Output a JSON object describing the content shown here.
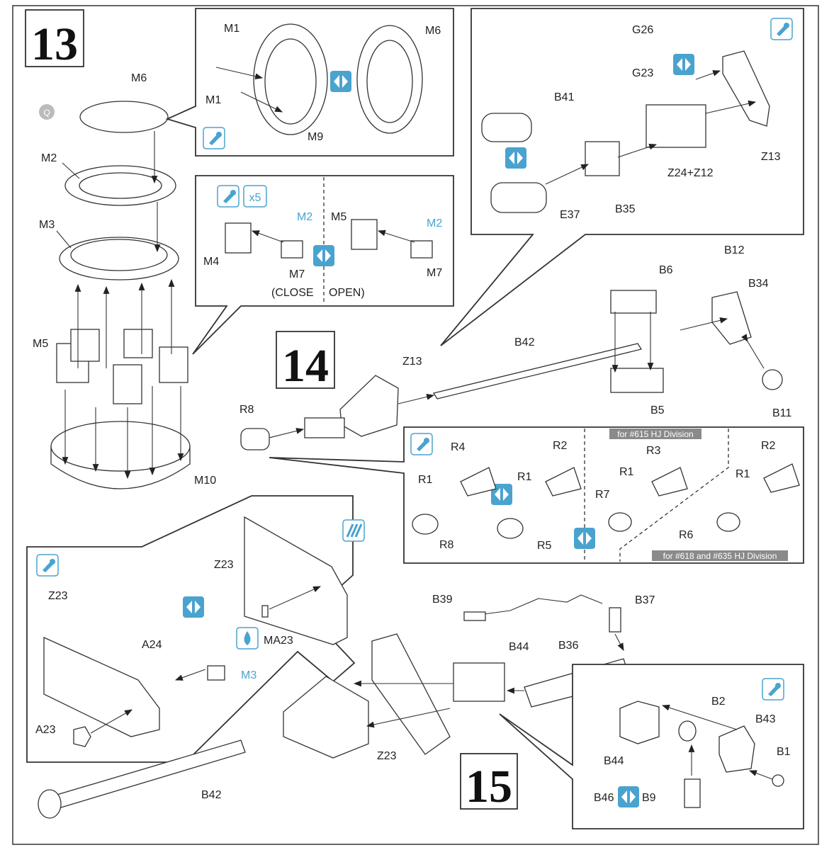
{
  "steps": {
    "s13": "13",
    "s14": "14",
    "s15": "15"
  },
  "labels": {
    "M6a": "M6",
    "M6b": "M6",
    "M1a": "M1",
    "M1b": "M1",
    "M9": "M9",
    "M2": "M2",
    "M3": "M3",
    "M5": "M5",
    "M10": "M10",
    "M2c": "M2",
    "M5c": "M5",
    "M2d": "M2",
    "M4": "M4",
    "M7a": "M7",
    "M7b": "M7",
    "G26": "G26",
    "G23": "G23",
    "B41": "B41",
    "E37": "E37",
    "B35": "B35",
    "Z24Z12": "Z24+Z12",
    "Z13a": "Z13",
    "B12": "B12",
    "B6": "B6",
    "B34": "B34",
    "B42a": "B42",
    "Z13b": "Z13",
    "R8a": "R8",
    "B5": "B5",
    "B11": "B11",
    "R4": "R4",
    "R2a": "R2",
    "R1a": "R1",
    "R1b": "R1",
    "R8b": "R8",
    "R5": "R5",
    "R3": "R3",
    "R2b": "R2",
    "R1c": "R1",
    "R1d": "R1",
    "R7": "R7",
    "R6": "R6",
    "Z23a": "Z23",
    "Z23b": "Z23",
    "A24": "A24",
    "M3b": "M3",
    "MA23": "MA23",
    "A23": "A23",
    "B39": "B39",
    "B37": "B37",
    "B44a": "B44",
    "B36": "B36",
    "Z23c": "Z23",
    "B42b": "B42",
    "B2": "B2",
    "B43": "B43",
    "B1": "B1",
    "B44b": "B44",
    "B46": "B46",
    "B9": "B9"
  },
  "texts": {
    "close": "(CLOSE",
    "open": "OPEN)",
    "x5": "x5",
    "q": "Q",
    "tag615": "for #615 HJ Division",
    "tag618": "for #618 and #635 HJ Division"
  },
  "colors": {
    "accent": "#4aa3cf",
    "ink": "#222222",
    "tag_bg": "#8a8a8a"
  },
  "icons": [
    "glue-icon",
    "option-swap-icon",
    "paint-drop-icon",
    "texture-icon",
    "quick-icon"
  ]
}
